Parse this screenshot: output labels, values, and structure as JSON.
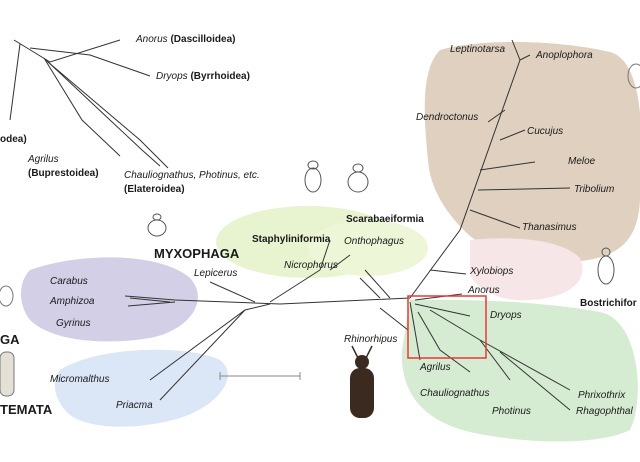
{
  "taxa": {
    "anorus_top": "Anorus",
    "dascilloidea": "(Dascilloidea)",
    "dryops_top": "Dryops",
    "byrrhoidea": "(Byrrhoidea)",
    "odea": "odea)",
    "agrilus_top": "Agrilus",
    "buprestoidea": "(Buprestoidea)",
    "chauliognathus_top": "Chauliognathus, Photinus, etc.",
    "elateroidea": "(Elateroidea)",
    "leptinotarsa": "Leptinotarsa",
    "anoplophora": "Anoplophora",
    "dendroctonus": "Dendroctonus",
    "cucujus": "Cucujus",
    "meloe": "Meloe",
    "tribolium": "Tribolium",
    "thanasimus": "Thanasimus",
    "xylobiops": "Xylobiops",
    "anorus": "Anorus",
    "dryops": "Dryops",
    "rhinorhipus": "Rhinorhipus",
    "agrilus": "Agrilus",
    "chauliognathus": "Chauliognathus",
    "photinus": "Photinus",
    "phrixothrix": "Phrixothrix",
    "rhagophthalmus": "Rhagophthal",
    "onthophagus": "Onthophagus",
    "nicrophorus": "Nicrophorus",
    "lepicerus": "Lepicerus",
    "carabus": "Carabus",
    "amphizoa": "Amphizoa",
    "gyrinus": "Gyrinus",
    "micromalthus": "Micromalthus",
    "priacma": "Priacma"
  },
  "groups": {
    "scarabaeiformia": "Scarabaeiformia",
    "staphyliniformia": "Staphyliniformia",
    "myxophaga": "MYXOPHAGA",
    "bostrichiformia": "Bostrichifor",
    "adephaga": "GA",
    "archostemata": "TEMATA"
  },
  "colors": {
    "cucujiformia": "#dfd0c0",
    "bostrichiformia": "#f6e6e8",
    "elateriformia": "#d6ecd2",
    "staph": "#e8f3cf",
    "scarab": "#eef6d8",
    "adephaga": "#d2cfe6",
    "archostemata": "#dbe6f6",
    "highlight": "#e53935",
    "tree": "#333333"
  }
}
